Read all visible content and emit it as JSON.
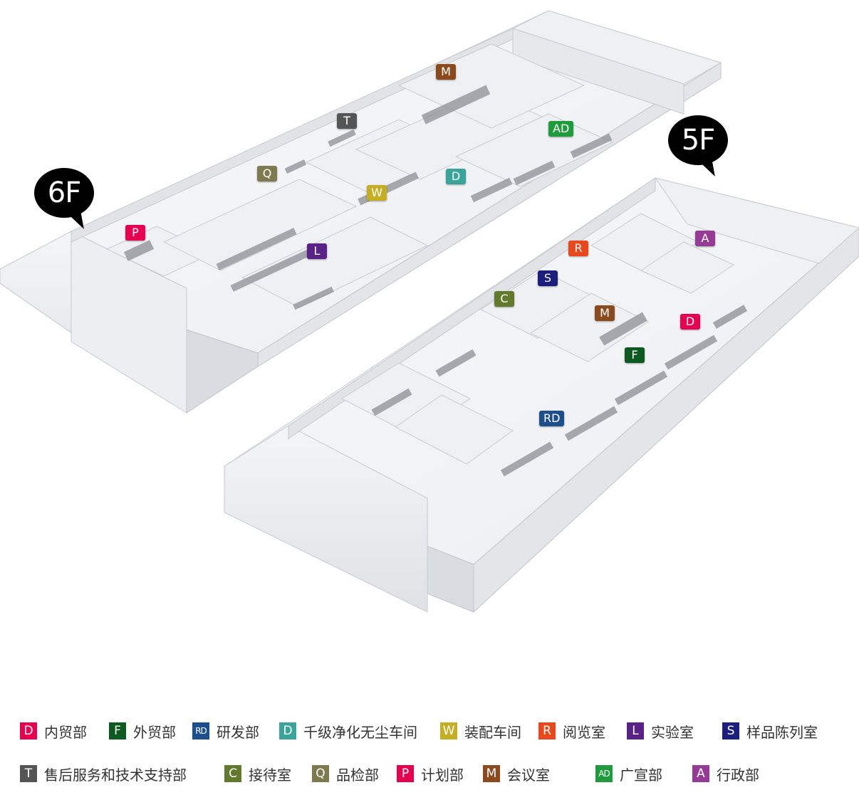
{
  "floors": {
    "six": "6F",
    "five": "5F"
  },
  "tags6": [
    {
      "code": "M",
      "color": "#8b4a1e"
    },
    {
      "code": "T",
      "color": "#555555"
    },
    {
      "code": "AD",
      "color": "#1f9a3c"
    },
    {
      "code": "Q",
      "color": "#7c7a4e"
    },
    {
      "code": "D",
      "color": "#3aa39a"
    },
    {
      "code": "W",
      "color": "#c5ad24"
    },
    {
      "code": "P",
      "color": "#e6004f"
    },
    {
      "code": "L",
      "color": "#5a2186"
    }
  ],
  "tags5": [
    {
      "code": "A",
      "color": "#953b96"
    },
    {
      "code": "R",
      "color": "#e8481c"
    },
    {
      "code": "S",
      "color": "#1b1e7c"
    },
    {
      "code": "C",
      "color": "#617a2d"
    },
    {
      "code": "M",
      "color": "#8b4a1e"
    },
    {
      "code": "D",
      "color": "#e6004f"
    },
    {
      "code": "F",
      "color": "#0c5a1f"
    },
    {
      "code": "RD",
      "color": "#1c4f8c"
    }
  ],
  "legend": [
    {
      "code": "D",
      "label": "内贸部",
      "color": "#e6004f"
    },
    {
      "code": "F",
      "label": "外贸部",
      "color": "#0c5a1f"
    },
    {
      "code": "RD",
      "label": "研发部",
      "color": "#1c4f8c"
    },
    {
      "code": "D",
      "label": "千级净化无尘车间",
      "color": "#3aa39a"
    },
    {
      "code": "W",
      "label": "装配车间",
      "color": "#c5ad24"
    },
    {
      "code": "R",
      "label": "阅览室",
      "color": "#e8481c"
    },
    {
      "code": "L",
      "label": "实验室",
      "color": "#5a2186"
    },
    {
      "code": "S",
      "label": "样品陈列室",
      "color": "#1b1e7c"
    },
    {
      "code": "T",
      "label": "售后服务和技术支持部",
      "color": "#555555"
    },
    {
      "code": "C",
      "label": "接待室",
      "color": "#617a2d"
    },
    {
      "code": "Q",
      "label": "品检部",
      "color": "#7c7a4e"
    },
    {
      "code": "P",
      "label": "计划部",
      "color": "#e6004f"
    },
    {
      "code": "M",
      "label": "会议室",
      "color": "#8b4a1e"
    },
    {
      "code": "AD",
      "label": "广宣部",
      "color": "#1f9a3c"
    },
    {
      "code": "A",
      "label": "行政部",
      "color": "#953b96"
    }
  ]
}
